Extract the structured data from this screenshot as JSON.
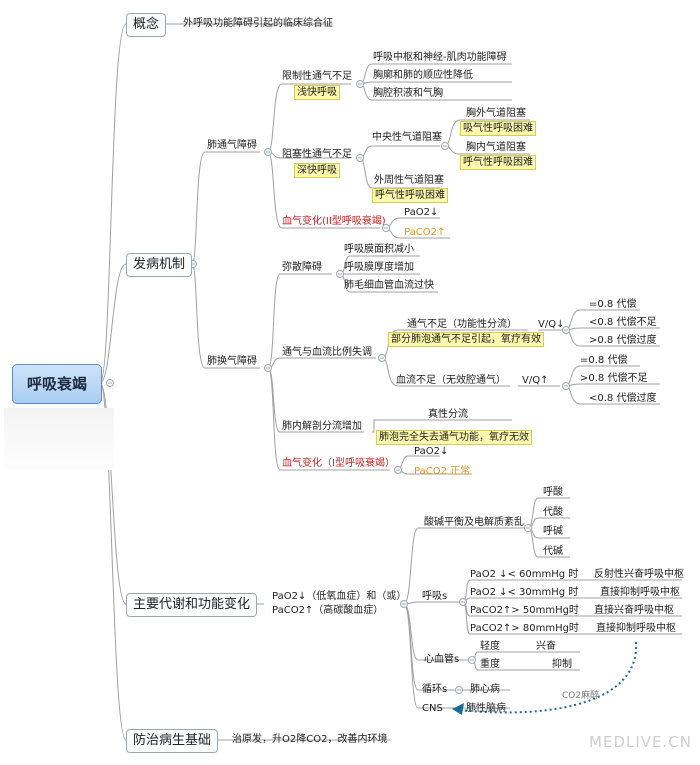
{
  "root": "呼吸衰竭",
  "branches": {
    "concept": {
      "label": "概念",
      "desc": "外呼吸功能障碍引起的临床综合征"
    },
    "mechanism": {
      "label": "发病机制",
      "ventilation": {
        "label": "肺通气障碍",
        "restrictive": {
          "label": "限制性通气不足",
          "tag": "浅快呼吸",
          "causes": [
            "呼吸中枢和神经-肌肉功能障碍",
            "胸廓和肺的顺应性降低",
            "胸腔积液和气胸"
          ]
        },
        "obstructive": {
          "label": "阻塞性通气不足",
          "tag": "深快呼吸",
          "central": {
            "label": "中央性气道阻塞",
            "extra": "胸外气道阻塞",
            "extra_tag": "吸气性呼吸困难",
            "intra": "胸内气道阻塞",
            "intra_tag": "呼气性呼吸困难"
          },
          "peripheral": {
            "label": "外周性气道阻塞",
            "tag": "呼气性呼吸困难"
          }
        },
        "blood": {
          "label": "血气变化(II型呼吸衰竭)",
          "pao2": "PaO2↓",
          "paco2": "PaCO2↑"
        }
      },
      "exchange": {
        "label": "肺换气障碍",
        "diffusion": {
          "label": "弥散障碍",
          "items": [
            "呼吸膜面积减小",
            "呼吸膜厚度增加",
            "肺毛细血管血流过快"
          ]
        },
        "vq": {
          "label": "通气与血流比例失调",
          "under": {
            "label": "通气不足（功能性分流）",
            "tag": "部分肺泡通气不足引起，氧疗有效",
            "ratio": "V/Q↓",
            "items": [
              "=0.8  代偿",
              "<0.8  代偿不足",
              ">0.8  代偿过度"
            ]
          },
          "flow": {
            "label": "血流不足（无效腔通气）",
            "ratio": "V/Q↑",
            "items": [
              "=0.8  代偿",
              ">0.8  代偿不足",
              "<0.8  代偿过度"
            ]
          }
        },
        "shunt": {
          "label": "肺内解剖分流增加",
          "title": "真性分流",
          "tag": "肺泡完全失去通气功能，氧疗无效"
        },
        "blood": {
          "label": "血气变化（I型呼吸衰竭）",
          "pao2": "PaO2↓",
          "paco2": "PaCO2 正常"
        }
      }
    },
    "metabolic": {
      "label": "主要代谢和功能变化",
      "gas_line1": "PaO2↓（低氧血症）和（或）",
      "gas_line2": "PaCO2↑（高碳酸血症）",
      "acidbase": {
        "label": "酸碱平衡及电解质紊乱",
        "items": [
          "呼酸",
          "代酸",
          "呼碱",
          "代碱"
        ]
      },
      "resp": {
        "label": "呼吸s",
        "rows": [
          {
            "cond": "PaO2 ↓<  60mmHg 时",
            "effect": "反射性兴奋呼吸中枢"
          },
          {
            "cond": "PaO2 ↓<  30mmHg 时",
            "effect": "直接抑制呼吸中枢"
          },
          {
            "cond": "PaCO2↑>  50mmHg时",
            "effect": "直接兴奋呼吸中枢"
          },
          {
            "cond": "PaCO2↑>  80mmHg时",
            "effect": "直接抑制呼吸中枢"
          }
        ]
      },
      "cardio": {
        "label": "心血管s",
        "rows": [
          {
            "level": "轻度",
            "effect": "兴奋"
          },
          {
            "level": "重度",
            "effect": "抑制"
          }
        ]
      },
      "circ": {
        "label": "循环s",
        "item": "肺心病"
      },
      "cns": {
        "label": "CNS",
        "item": "肺性脑病"
      },
      "co2_caption": "CO2麻醉"
    },
    "prevention": {
      "label": "防治病生基础",
      "desc": "治原发，升O2降CO2，改善内环境"
    }
  },
  "watermark": "MEDLIVE.CN",
  "colors": {
    "line": "#9c9c9c",
    "arrow": "#1a6a9a",
    "highlight": "#fdfab0",
    "red": "#cc2222",
    "orange": "#e8951a"
  }
}
